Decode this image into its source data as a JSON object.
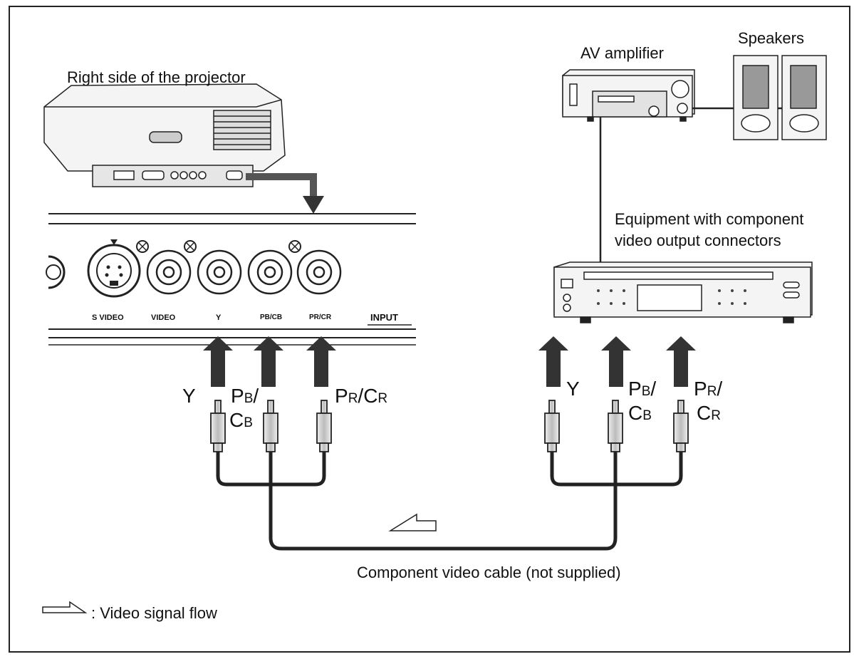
{
  "labels": {
    "projector_side": "Right side of the projector",
    "av_amplifier": "AV amplifier",
    "speakers": "Speakers",
    "equipment_line1": "Equipment with component",
    "equipment_line2": "video output connectors",
    "cable": "Component video cable (not supplied)",
    "legend": ": Video signal flow"
  },
  "panel_labels": {
    "s_video": "S VIDEO",
    "video": "VIDEO",
    "y": "Y",
    "pb": "PB/CB",
    "pr": "PR/CR",
    "input": "INPUT"
  },
  "left_signals": {
    "y": "Y",
    "pb_top": "P",
    "pb_top_sub": "B",
    "pb_bot": "C",
    "pb_bot_sub": "B",
    "pr_1": "P",
    "pr_1_sub": "R",
    "pr_2": "/C",
    "pr_2_sub": "R"
  },
  "right_signals": {
    "y": "Y",
    "pb_top": "P",
    "pb_top_sub": "B",
    "pb_bot": "C",
    "pb_bot_sub": "B",
    "pr_top": "P",
    "pr_top_sub": "R",
    "pr_bot": "C",
    "pr_bot_sub": "R"
  }
}
